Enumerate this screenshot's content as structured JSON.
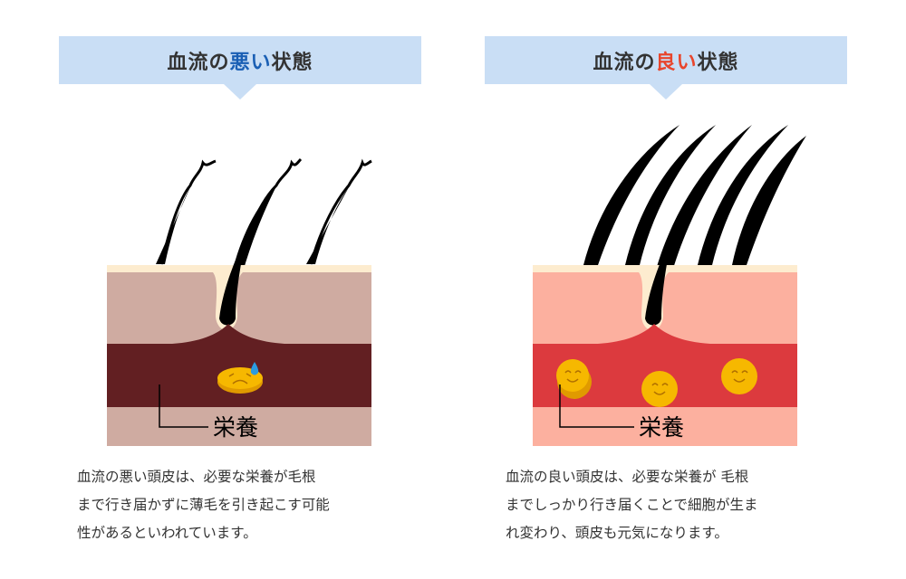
{
  "left": {
    "title_pre": "血流の",
    "title_em": "悪い",
    "title_post": "状態",
    "label": "栄養",
    "description": "血流の悪い頭皮は、必要な栄養が毛根\nまで行き届かずに薄毛を引き起こす可能\n性があるといわれています。"
  },
  "right": {
    "title_pre": "血流の",
    "title_em": "良い",
    "title_post": "状態",
    "label": "栄養",
    "description": "血流の良い頭皮は、必要な栄養が 毛根\nまでしっかり行き届くことで細胞が生ま\nれ変わり、頭皮も元気になります。"
  },
  "colors": {
    "header_bg": "#c9def5",
    "bad_accent": "#1a5fb4",
    "good_accent": "#e8452c",
    "bad_skin": "#cfaba1",
    "bad_blood": "#621f22",
    "good_skin": "#fcb09f",
    "good_blood": "#dc3a3e",
    "nutrient": "#f6b800"
  }
}
